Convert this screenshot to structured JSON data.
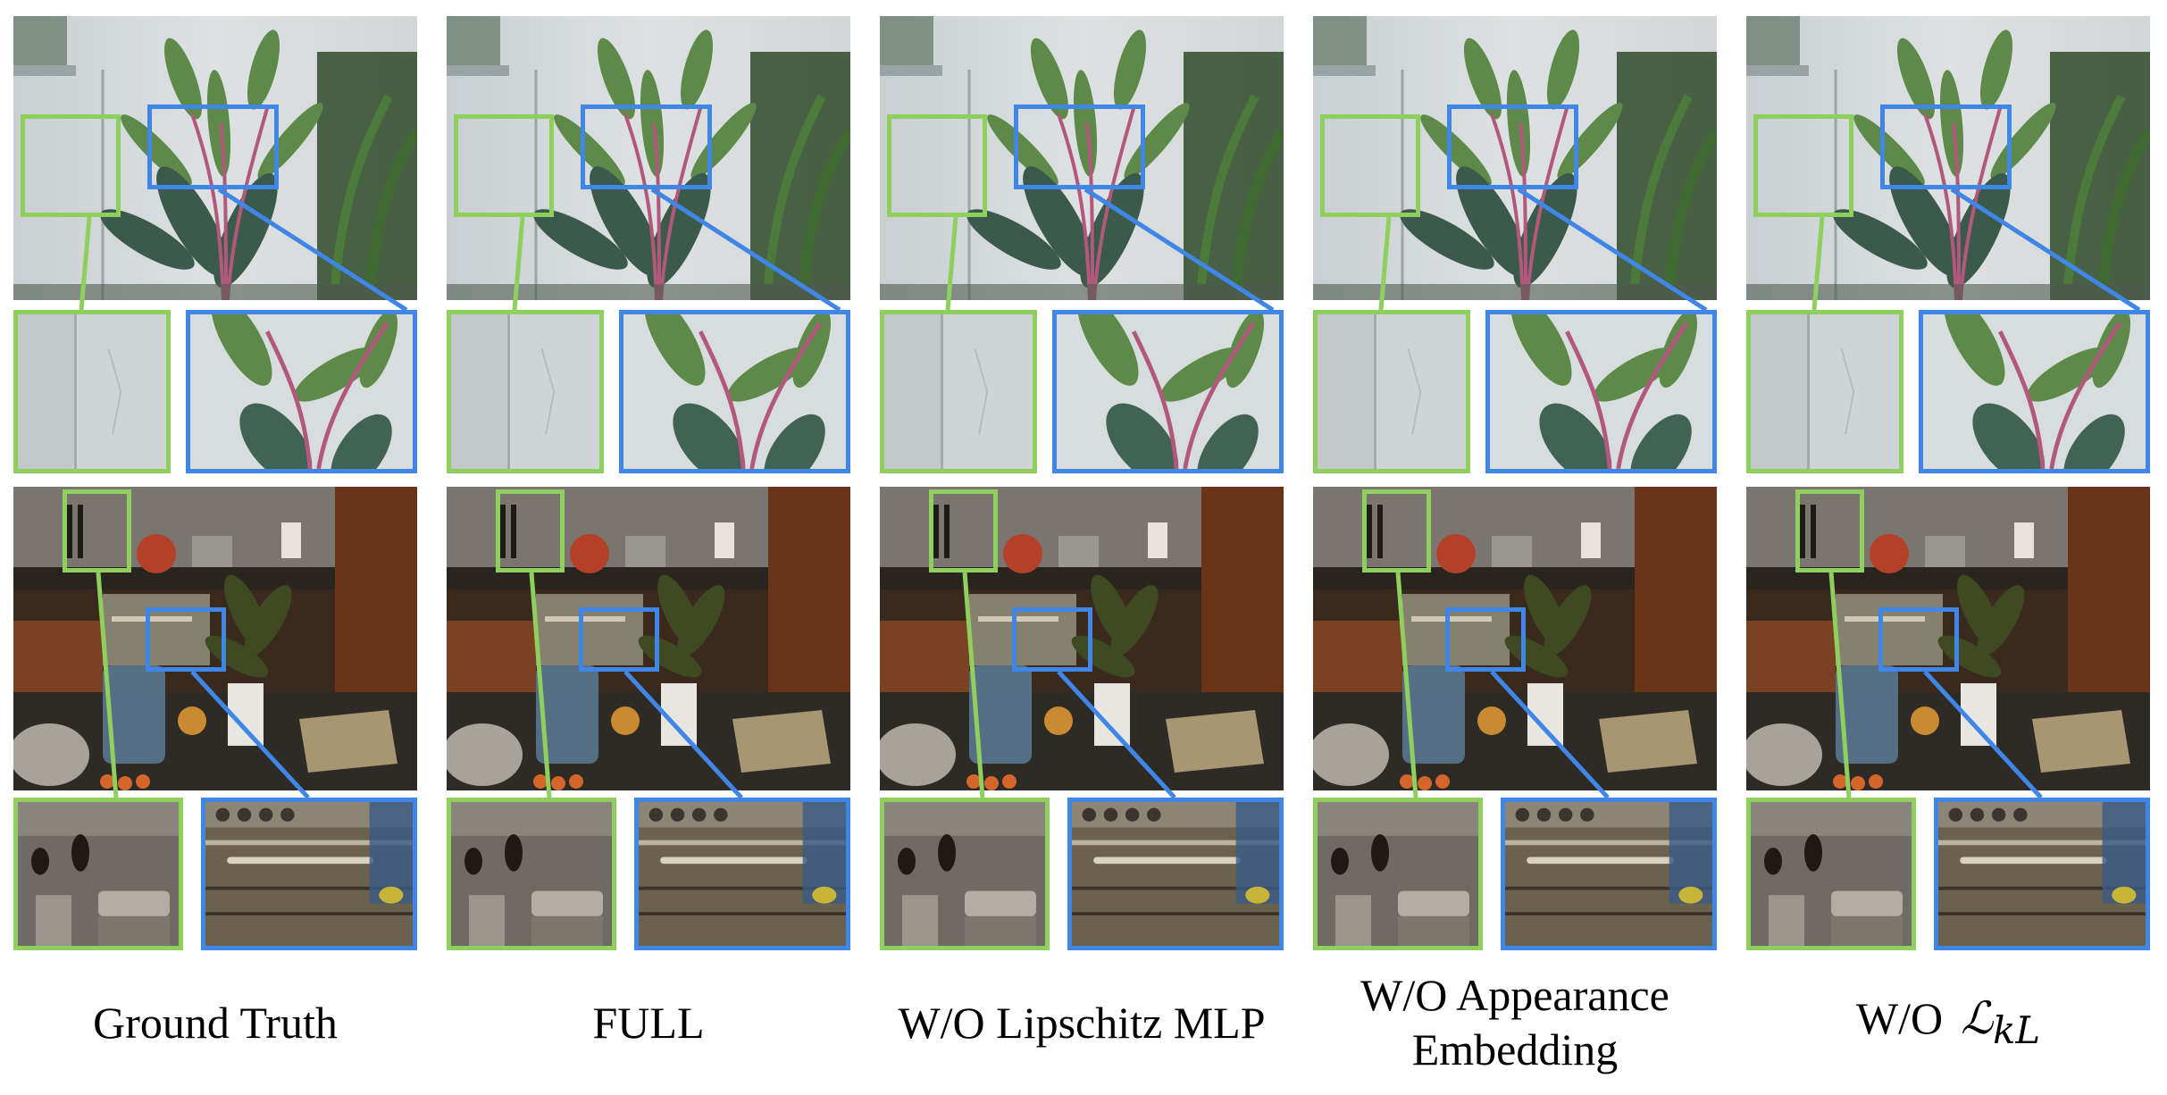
{
  "colors": {
    "green": "#8fcf5e",
    "blue": "#3f86e6"
  },
  "columns": [
    {
      "caption_lines": [
        "Ground Truth"
      ]
    },
    {
      "caption_lines": [
        "FULL"
      ]
    },
    {
      "caption_lines": [
        "W/O Lipschitz MLP"
      ]
    },
    {
      "caption_lines": [
        "W/O Appearance",
        "Embedding"
      ]
    },
    {
      "caption_prefix": "W/O",
      "caption_symbol": "ℒ",
      "caption_subscript": "kL"
    }
  ]
}
